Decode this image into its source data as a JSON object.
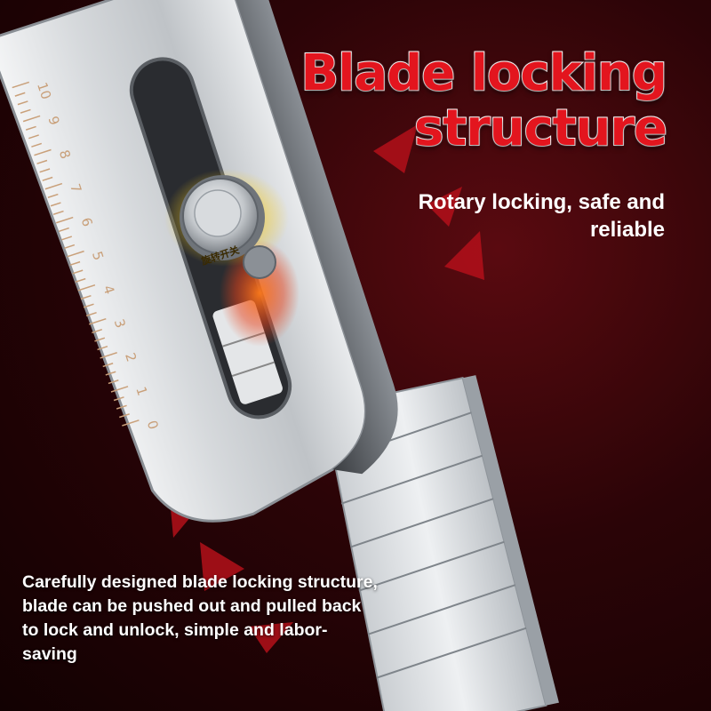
{
  "headline": {
    "line1": "Blade locking",
    "line2": "structure"
  },
  "subheadline": "Rotary locking, safe and reliable",
  "description": "Carefully designed blade locking structure, blade can be pushed out and pulled back to lock and unlock, simple and labor-saving",
  "ruler": {
    "marks": [
      "0",
      "1",
      "2",
      "3",
      "4",
      "5",
      "6",
      "7",
      "8",
      "9",
      "10"
    ]
  },
  "knob_label": "旋转开关",
  "colors": {
    "accent_red": "#e3151e",
    "background_dark": "#1a0305",
    "steel": "#d9dcdf"
  }
}
